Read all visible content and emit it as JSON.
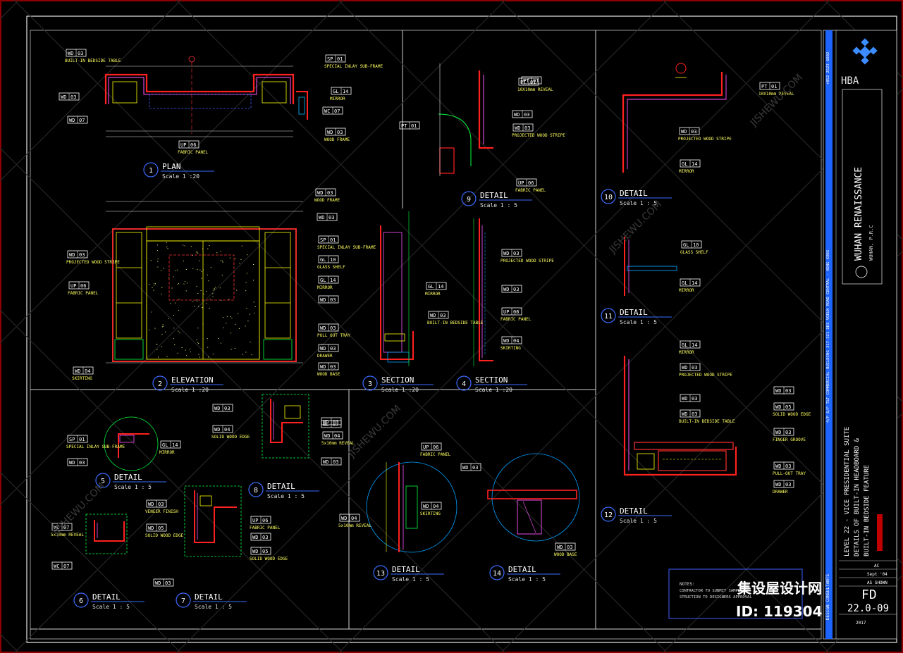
{
  "details": [
    {
      "num": "1",
      "title": "PLAN",
      "scale": "Scale 1 :20"
    },
    {
      "num": "2",
      "title": "ELEVATION",
      "scale": "Scale 1 :20"
    },
    {
      "num": "3",
      "title": "SECTION",
      "scale": "Scale 1 :20"
    },
    {
      "num": "4",
      "title": "SECTION",
      "scale": "Scale 1 :20"
    },
    {
      "num": "5",
      "title": "DETAIL",
      "scale": "Scale 1 : 5"
    },
    {
      "num": "6",
      "title": "DETAIL",
      "scale": "Scale 1 : 5"
    },
    {
      "num": "7",
      "title": "DETAIL",
      "scale": "Scale 1 : 5"
    },
    {
      "num": "8",
      "title": "DETAIL",
      "scale": "Scale 1 : 5"
    },
    {
      "num": "9",
      "title": "DETAIL",
      "scale": "Scale 1 : 5"
    },
    {
      "num": "10",
      "title": "DETAIL",
      "scale": "Scale 1 : 5"
    },
    {
      "num": "11",
      "title": "DETAIL",
      "scale": "Scale 1 : 5"
    },
    {
      "num": "12",
      "title": "DETAIL",
      "scale": "Scale 1 : 5"
    },
    {
      "num": "13",
      "title": "DETAIL",
      "scale": "Scale 1 : 5"
    },
    {
      "num": "14",
      "title": "DETAIL",
      "scale": "Scale 1 : 5"
    }
  ],
  "tags": {
    "plan": [
      {
        "code": "WD",
        "num": "03",
        "label": "BUILT-IN BEDSIDE TABLE"
      },
      {
        "code": "WD",
        "num": "03",
        "label": ""
      },
      {
        "code": "WD",
        "num": "07",
        "label": ""
      },
      {
        "code": "SP",
        "num": "01",
        "label": "SPECIAL INLAY SUB-FRAME"
      },
      {
        "code": "GL",
        "num": "14",
        "label": "MIRROR"
      },
      {
        "code": "WC",
        "num": "07",
        "label": ""
      },
      {
        "code": "WD",
        "num": "03",
        "label": "WOOD FRAME"
      },
      {
        "code": "UP",
        "num": "06",
        "label": "FABRIC PANEL"
      }
    ],
    "elevation": [
      {
        "code": "WD",
        "num": "03",
        "label": "PROJECTED WOOD STRIPE"
      },
      {
        "code": "UP",
        "num": "06",
        "label": "FABRIC PANEL"
      },
      {
        "code": "WD",
        "num": "04",
        "label": "SKIRTING"
      },
      {
        "code": "WD",
        "num": "03",
        "label": "WOOD FRAME"
      },
      {
        "code": "WD",
        "num": "03",
        "label": ""
      },
      {
        "code": "SP",
        "num": "01",
        "label": "SPECIAL INLAY SUB-FRAME"
      },
      {
        "code": "GL",
        "num": "10",
        "label": "GLASS SHELF"
      },
      {
        "code": "GL",
        "num": "14",
        "label": "MIRROR"
      },
      {
        "code": "WD",
        "num": "03",
        "label": ""
      },
      {
        "code": "WD",
        "num": "03",
        "label": "PULL OUT TRAY"
      },
      {
        "code": "WD",
        "num": "03",
        "label": "DRAWER"
      },
      {
        "code": "WD",
        "num": "03",
        "label": "WOOD BASE"
      }
    ],
    "section3": [
      {
        "code": "GL",
        "num": "14",
        "label": "MIRROR"
      },
      {
        "code": "WD",
        "num": "03",
        "label": "BUILT-IN BEDSIDE TABLE"
      }
    ],
    "section4": [
      {
        "code": "WD",
        "num": "03",
        "label": "PROJECTED WOOD STRIPE"
      },
      {
        "code": "WD",
        "num": "03",
        "label": ""
      },
      {
        "code": "UP",
        "num": "06",
        "label": "FABRIC PANEL"
      },
      {
        "code": "WD",
        "num": "04",
        "label": "SKIRTING"
      }
    ],
    "detail9": [
      {
        "code": "PT",
        "num": "01",
        "label": ""
      },
      {
        "code": "PT",
        "num": "01",
        "label": "10X10mm REVEAL"
      },
      {
        "code": "WD",
        "num": "03",
        "label": ""
      },
      {
        "code": "WD",
        "num": "03",
        "label": "PROJECTED WOOD STRIPE"
      },
      {
        "code": "PT",
        "num": "01",
        "label": ""
      },
      {
        "code": "UP",
        "num": "06",
        "label": "FABRIC PANEL"
      }
    ],
    "detail10": [
      {
        "code": "PT",
        "num": "01",
        "label": "10X10mm REVEAL"
      },
      {
        "code": "WD",
        "num": "03",
        "label": "PROJECTED WOOD STRIPE"
      },
      {
        "code": "GL",
        "num": "14",
        "label": "MIRROR"
      }
    ],
    "detail11": [
      {
        "code": "GL",
        "num": "10",
        "label": "GLASS SHELF"
      },
      {
        "code": "GL",
        "num": "14",
        "label": "MIRROR"
      }
    ],
    "detail12": [
      {
        "code": "GL",
        "num": "14",
        "label": "MIRROR"
      },
      {
        "code": "WD",
        "num": "03",
        "label": "PROJECTED WOOD STRIPE"
      },
      {
        "code": "WD",
        "num": "03",
        "label": ""
      },
      {
        "code": "WD",
        "num": "03",
        "label": "BUILT-IN BEDSIDE TABLE"
      },
      {
        "code": "WD",
        "num": "03",
        "label": ""
      },
      {
        "code": "WD",
        "num": "05",
        "label": "SOLID WOOD EDGE"
      },
      {
        "code": "WD",
        "num": "03",
        "label": "FINGER GROOVE"
      },
      {
        "code": "WD",
        "num": "03",
        "label": "PULL-OUT TRAY"
      },
      {
        "code": "WD",
        "num": "03",
        "label": "DRAWER"
      }
    ],
    "detail5": [
      {
        "code": "SP",
        "num": "01",
        "label": "SPECIAL INLAY SUB-FRAME"
      },
      {
        "code": "WD",
        "num": "03",
        "label": ""
      },
      {
        "code": "GL",
        "num": "14",
        "label": "MIRROR"
      }
    ],
    "detail8": [
      {
        "code": "WD",
        "num": "03",
        "label": ""
      },
      {
        "code": "WD",
        "num": "04",
        "label": "SOLID WOOD EDGE"
      },
      {
        "code": "WD",
        "num": "03",
        "label": ""
      },
      {
        "code": "WC",
        "num": "07",
        "label": ""
      },
      {
        "code": "WD",
        "num": "04",
        "label": "5x10mm REVEAL"
      },
      {
        "code": "WD",
        "num": "03",
        "label": ""
      }
    ],
    "detail6": [
      {
        "code": "WD",
        "num": "03",
        "label": "VENEER FINISH"
      },
      {
        "code": "WD",
        "num": "05",
        "label": "SOLID WOOD EDGE"
      },
      {
        "code": "WC",
        "num": "07",
        "label": "5x10mm REVEAL"
      },
      {
        "code": "WC",
        "num": "07",
        "label": ""
      },
      {
        "code": "WD",
        "num": "03",
        "label": ""
      }
    ],
    "detail7": [
      {
        "code": "UP",
        "num": "06",
        "label": "FABRIC PANEL"
      },
      {
        "code": "WD",
        "num": "03",
        "label": ""
      },
      {
        "code": "WD",
        "num": "05",
        "label": "SOLID WOOD EDGE"
      }
    ],
    "detail13": [
      {
        "code": "UP",
        "num": "06",
        "label": "FABRIC PANEL"
      },
      {
        "code": "WD",
        "num": "04",
        "label": "SKIRTING"
      },
      {
        "code": "WD",
        "num": "04",
        "label": "5x10mm REVEAL"
      }
    ],
    "detail14": [
      {
        "code": "WD",
        "num": "03",
        "label": ""
      },
      {
        "code": "WD",
        "num": "03",
        "label": "WOOD BASE"
      }
    ]
  },
  "title_block": {
    "firm": "HBA",
    "client": "WUHAN RENAISSANCE",
    "client_loc": "WUHAN, P.R.C",
    "sheet_title_1": "LEVEL 22 -  VICE PRESIDENTIAL SUITE",
    "sheet_title_2": "DETAILS OF BUILT-IN HEADBOARD &",
    "sheet_title_3": "BUILT-IN BEDSIDE FEATURE",
    "consultants": "DESIGN CONSULTANTS",
    "address": "4/F 6/F T&T COMMERCIAL BUILDING 317-321 DES VOEUX ROAD CENTRAL - HONG KONG",
    "phone": "+852 2523 6802",
    "date": "Sept '04",
    "scale": "AS SHOWN",
    "drawn_by": "AC",
    "sheet_no": "FD",
    "sheet_num": "22.0-09",
    "revision": "2017"
  },
  "notes": {
    "heading": "NOTES:",
    "line1": "CONTRACTOR TO SUBMIT SAMPLE OF ....",
    "line2": "STRUCTION TO DESIGNERS APPROVAL"
  },
  "watermark": {
    "cn": "集设屋设计网",
    "id": "ID: 119304",
    "site": "JISHEWU.COM"
  }
}
